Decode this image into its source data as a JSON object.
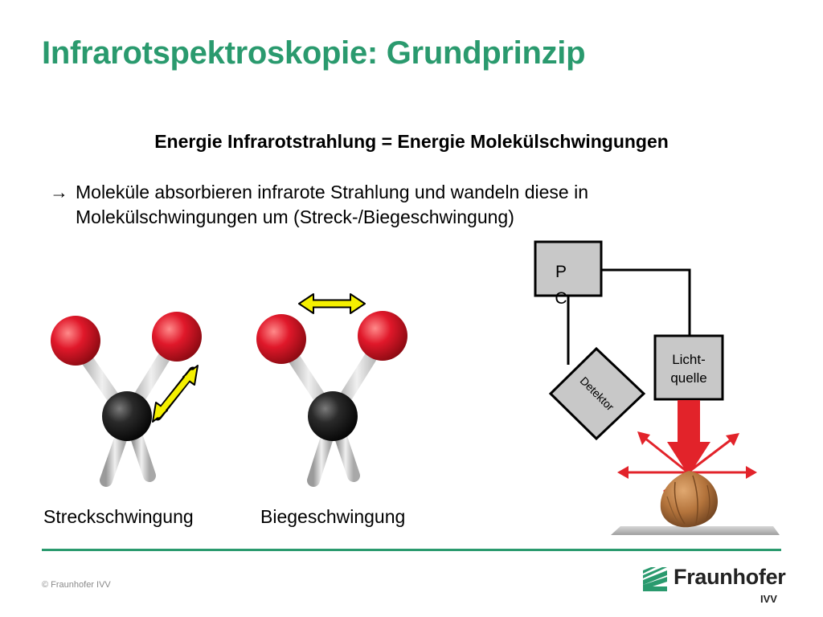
{
  "slide": {
    "title": "Infrarotspektroskopie: Grundprinzip",
    "heading": "Energie Infrarotstrahlung = Energie Molekülschwingungen",
    "bullet_arrow": "→",
    "bullet_text": "Moleküle absorbieren infrarote Strahlung und wandeln diese in Molekülschwingungen um (Streck-/Biegeschwingung)"
  },
  "molecules": {
    "stretch_label": "Streckschwingung",
    "bend_label": "Biegeschwingung"
  },
  "setup": {
    "pc_label_line1": "P",
    "pc_label_line2": "C",
    "detector_label": "Detektor",
    "light_source_line1": "Licht-",
    "light_source_line2": "quelle"
  },
  "footer": {
    "copyright": "© Fraunhofer IVV",
    "logo_word": "Fraunhofer",
    "logo_institute": "IVV"
  },
  "colors": {
    "accent_green": "#2a9a6e",
    "oxygen_red": "#e0182a",
    "carbon_black": "#222222",
    "arrow_yellow": "#f5f000",
    "beam_red": "#e2232a",
    "box_gray": "#c8c8c8"
  }
}
